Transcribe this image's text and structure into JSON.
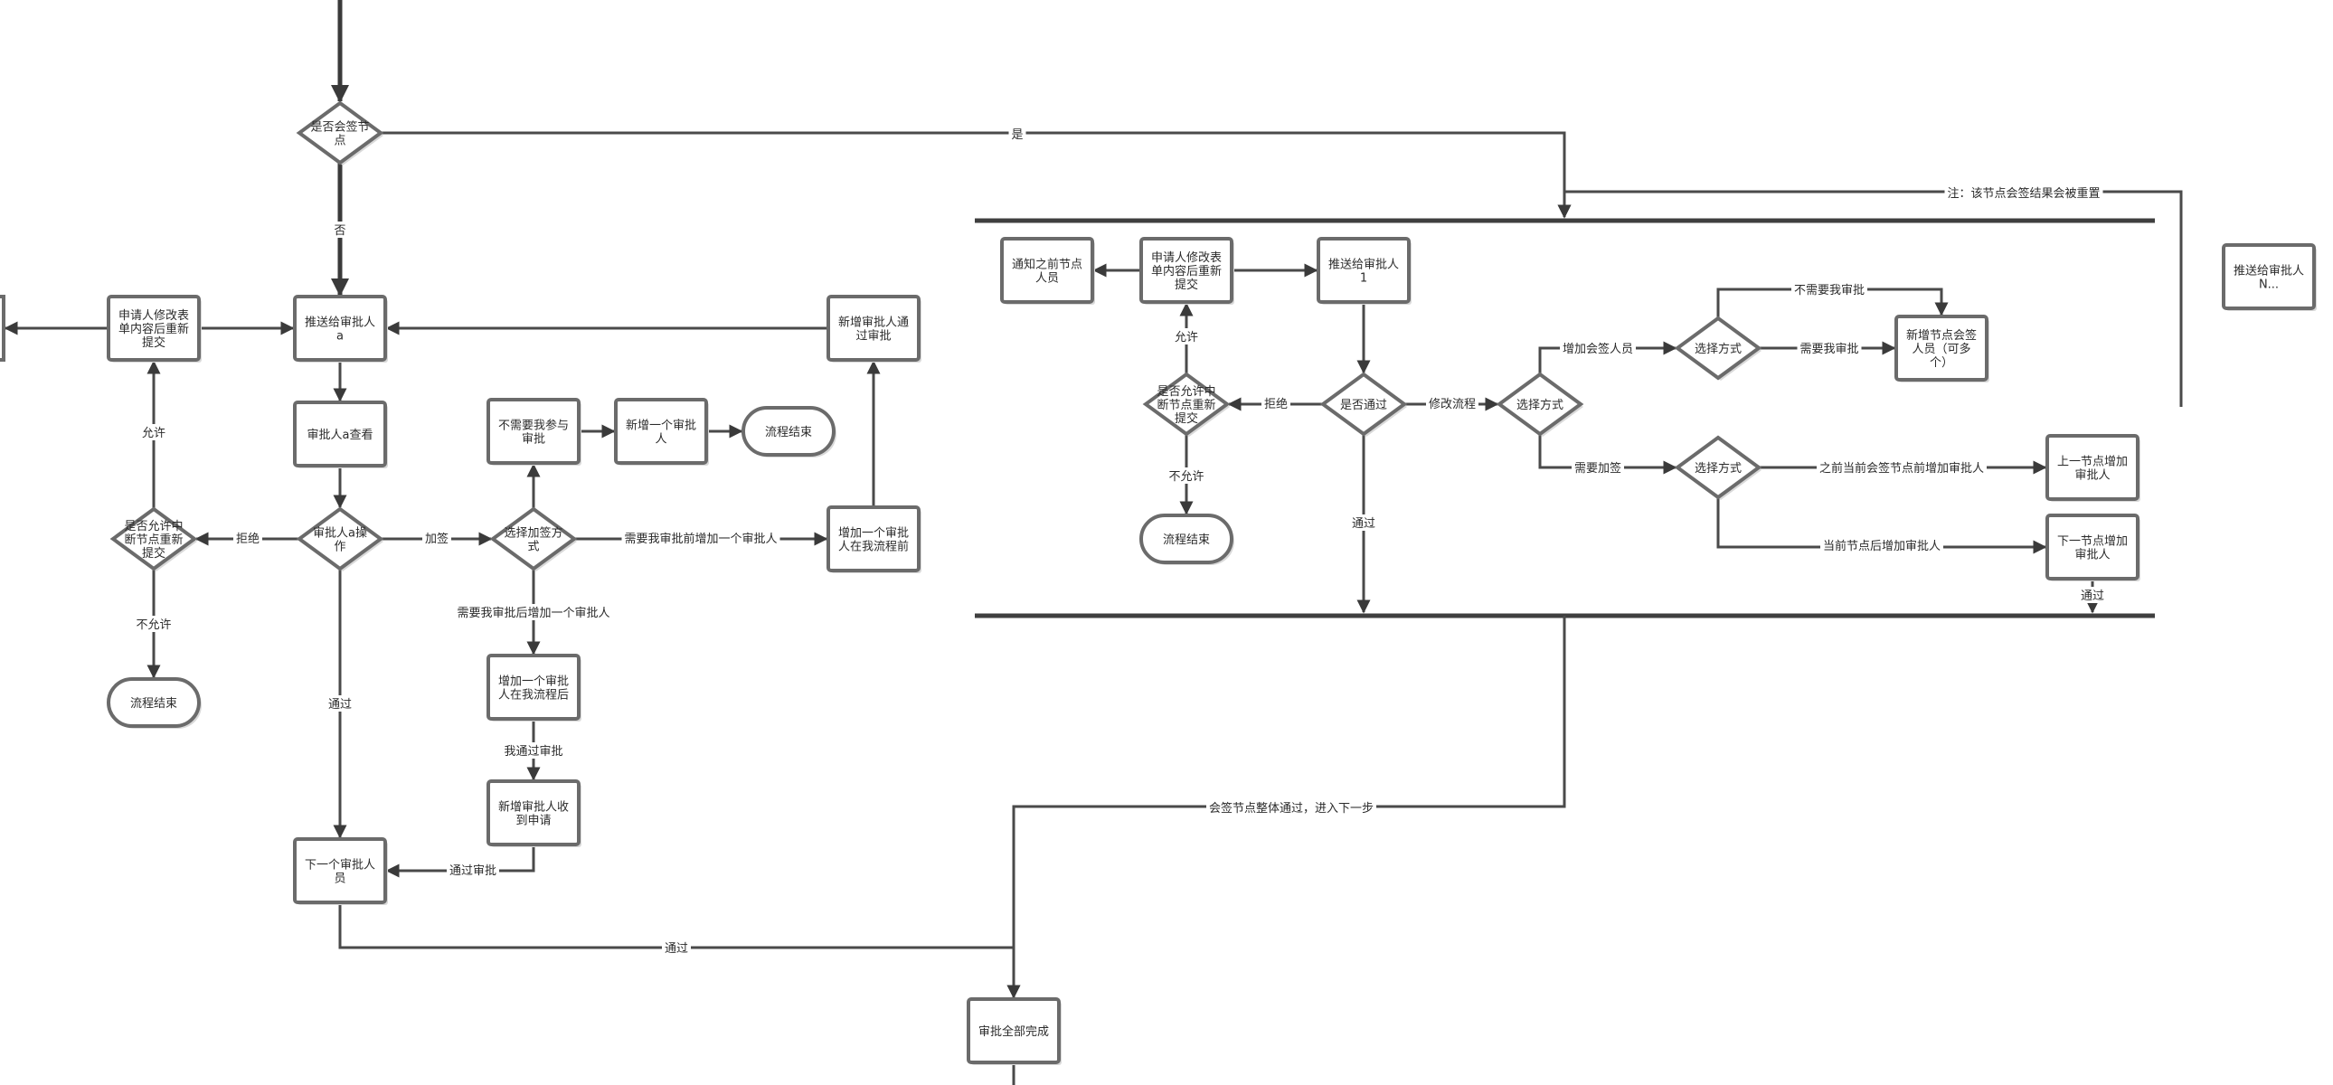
{
  "nodes": {
    "n_hq": [
      "是否会签节",
      "点"
    ],
    "n_pa": [
      "推送给审批人",
      "a"
    ],
    "n_mod_l": [
      "申请人修改表",
      "单内容后重新",
      "提交"
    ],
    "n_new_l": [
      "新增审批人通",
      "过审批"
    ],
    "n_view": [
      "审批人a查看"
    ],
    "n_op": [
      "审批人a操",
      "作"
    ],
    "n_allow_l": [
      "是否允许中",
      "断节点重新",
      "提交"
    ],
    "n_end_l": [
      "流程结束"
    ],
    "n_no_me": [
      "不需要我参与",
      "审批"
    ],
    "n_add1": [
      "新增一个审批",
      "人"
    ],
    "n_end_m": [
      "流程结束"
    ],
    "n_sel_jq": [
      "选择加签方",
      "式"
    ],
    "n_before": [
      "增加一个审批",
      "人在我流程前"
    ],
    "n_after": [
      "增加一个审批",
      "人在我流程后"
    ],
    "n_recv": [
      "新增审批人收",
      "到申请"
    ],
    "n_next": [
      "下一个审批人",
      "员"
    ],
    "n_done": [
      "审批全部完成"
    ],
    "n_notify": [
      "通知之前节点",
      "人员"
    ],
    "n_mod_r": [
      "申请人修改表",
      "单内容后重新",
      "提交"
    ],
    "n_p1": [
      "推送给审批人",
      "1"
    ],
    "n_allow_r": [
      "是否允许中",
      "断节点重新",
      "提交"
    ],
    "n_pass": [
      "是否通过"
    ],
    "n_sel1": [
      "选择方式"
    ],
    "n_sel2": [
      "选择方式"
    ],
    "n_sel3": [
      "选择方式"
    ],
    "n_new_hq": [
      "新增节点会签",
      "人员（可多",
      "个）"
    ],
    "n_end_r": [
      "流程结束"
    ],
    "n_prev_add": [
      "上一节点增加",
      "审批人"
    ],
    "n_next_add": [
      "下一节点增加",
      "审批人"
    ],
    "n_pn": [
      "推送给审批人",
      "N..."
    ]
  },
  "edge_labels": {
    "yes": "是",
    "no": "否",
    "note": "注：该节点会签结果会被重置",
    "allow_l": "允许",
    "reject_l": "拒绝",
    "notallow_l": "不允许",
    "jq": "加签",
    "pass_l": "通过",
    "need_before": "需要我审批前增加一个审批人",
    "need_after": "需要我审批后增加一个审批人",
    "i_pass": "我通过审批",
    "pass_appr": "通过审批",
    "pass_bottom": "通过",
    "allow_r": "允许",
    "reject_r": "拒绝",
    "notallow_r": "不允许",
    "modify": "修改流程",
    "pass_r": "通过",
    "add_hq": "增加会签人员",
    "no_need_me": "不需要我审批",
    "need_me": "需要我审批",
    "need_jq": "需要加签",
    "before_cur": "之前当前会签节点前增加审批人",
    "after_cur": "当前节点后增加审批人",
    "pass_next": "通过",
    "hq_pass_all": "会签节点整体通过，进入下一步"
  }
}
